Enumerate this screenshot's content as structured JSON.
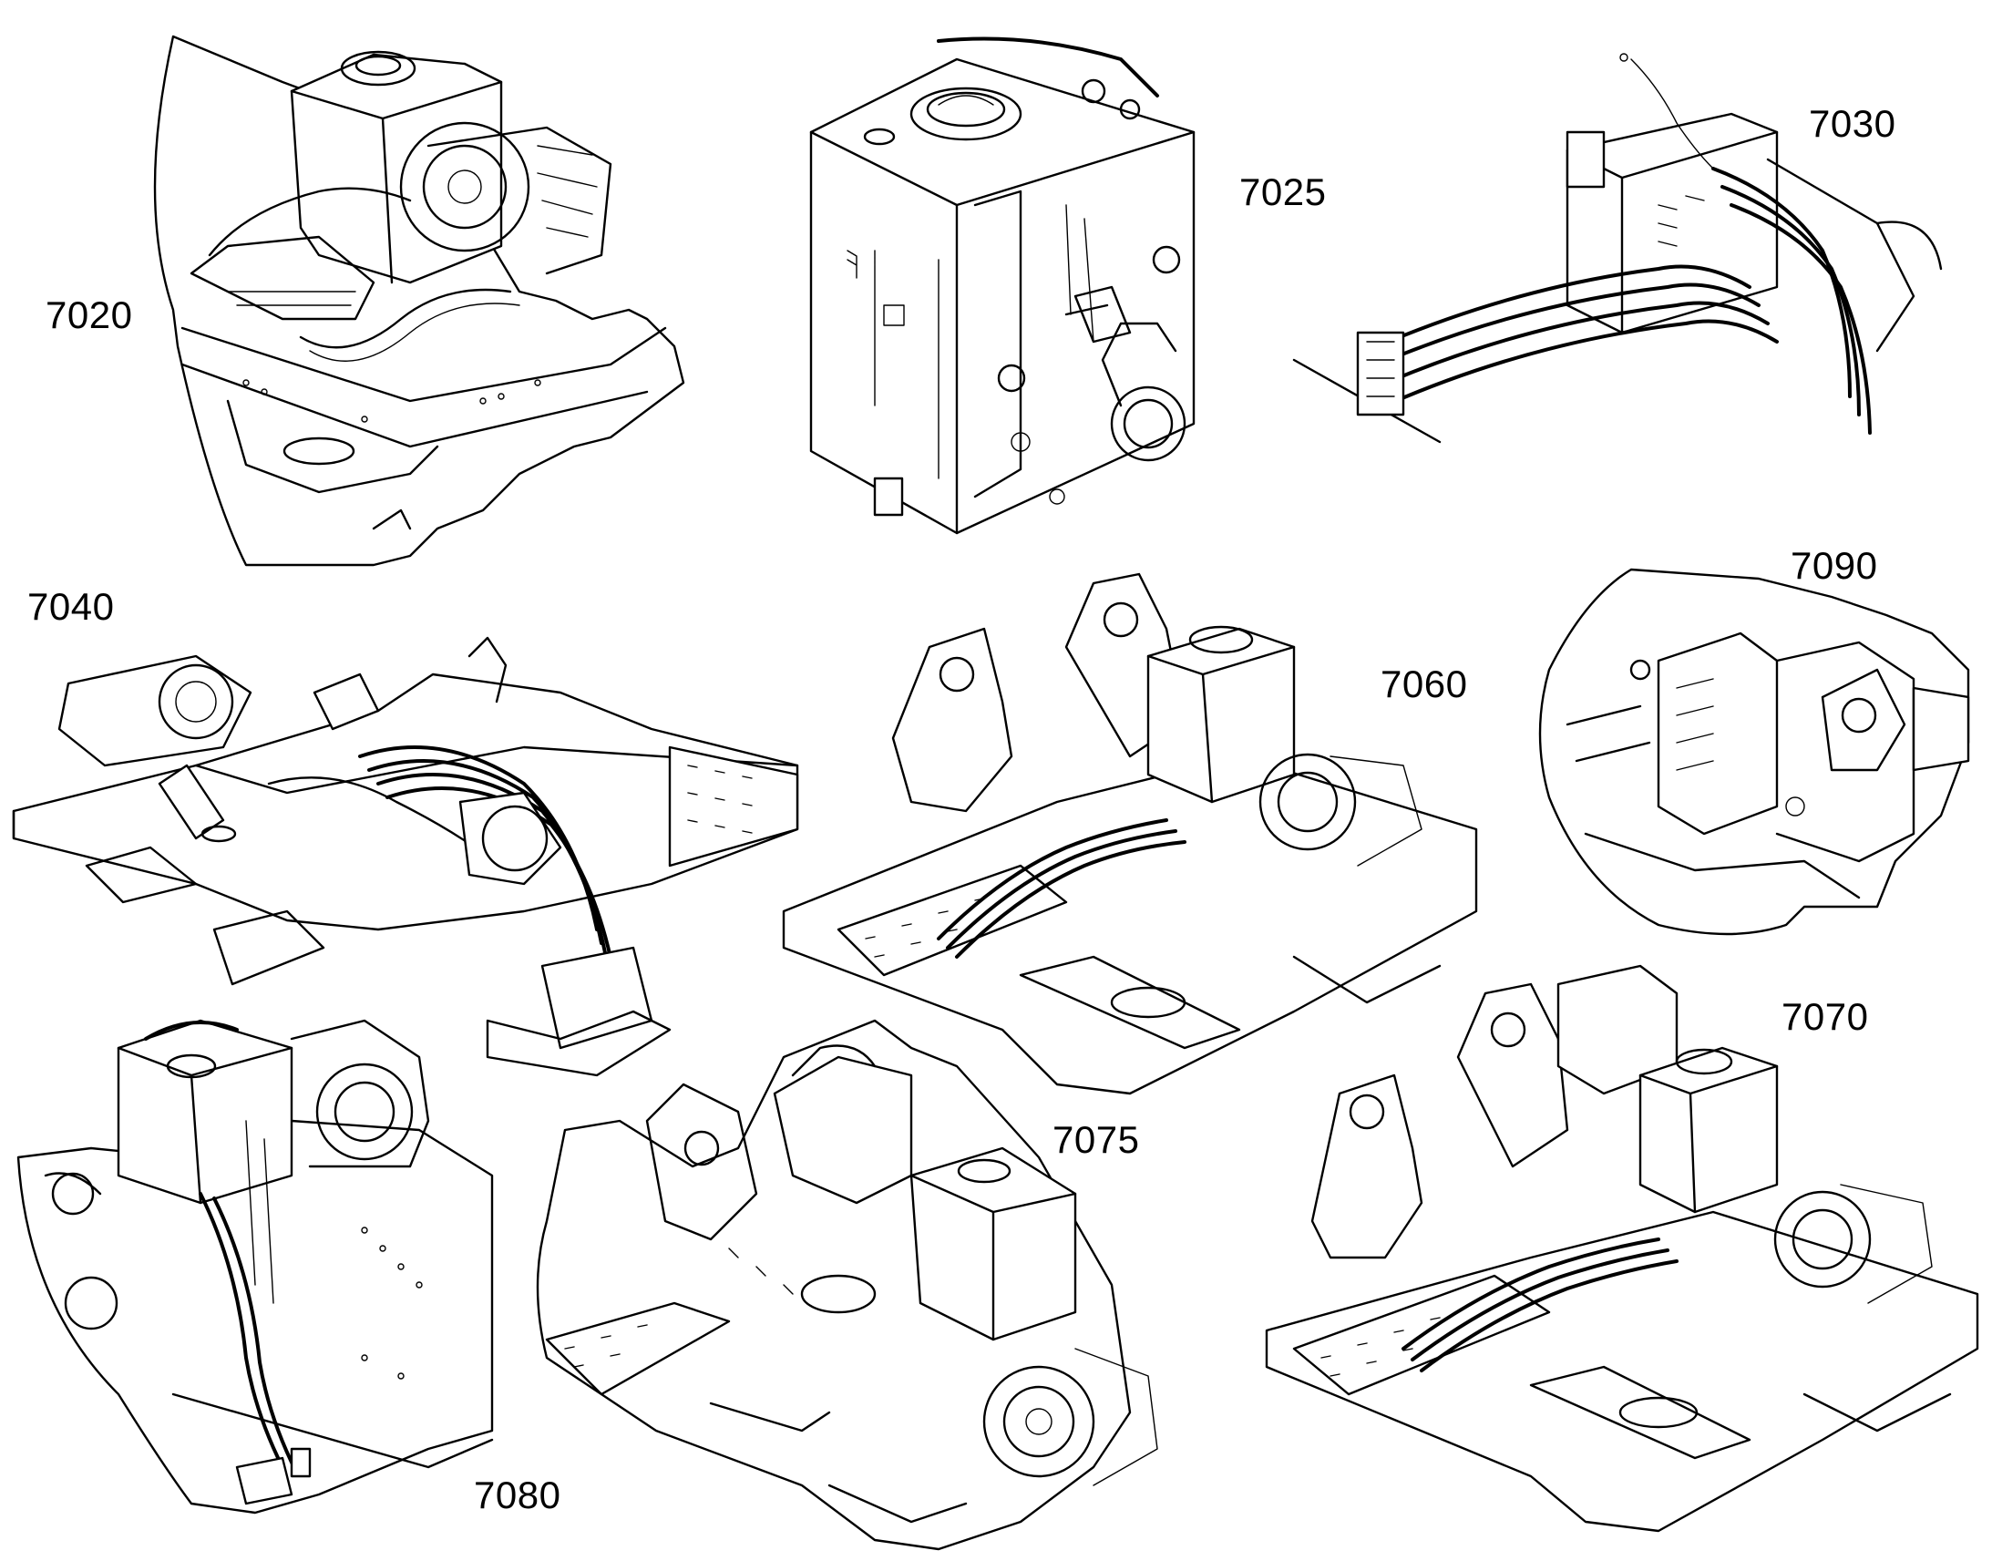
{
  "figures": [
    {
      "id": "7020",
      "label": "7020"
    },
    {
      "id": "7025",
      "label": "7025"
    },
    {
      "id": "7030",
      "label": "7030"
    },
    {
      "id": "7040",
      "label": "7040"
    },
    {
      "id": "7060",
      "label": "7060"
    },
    {
      "id": "7090",
      "label": "7090"
    },
    {
      "id": "7080",
      "label": "7080"
    },
    {
      "id": "7075",
      "label": "7075"
    },
    {
      "id": "7070",
      "label": "7070"
    }
  ],
  "colors": {
    "line": "#000000",
    "background": "#ffffff"
  }
}
